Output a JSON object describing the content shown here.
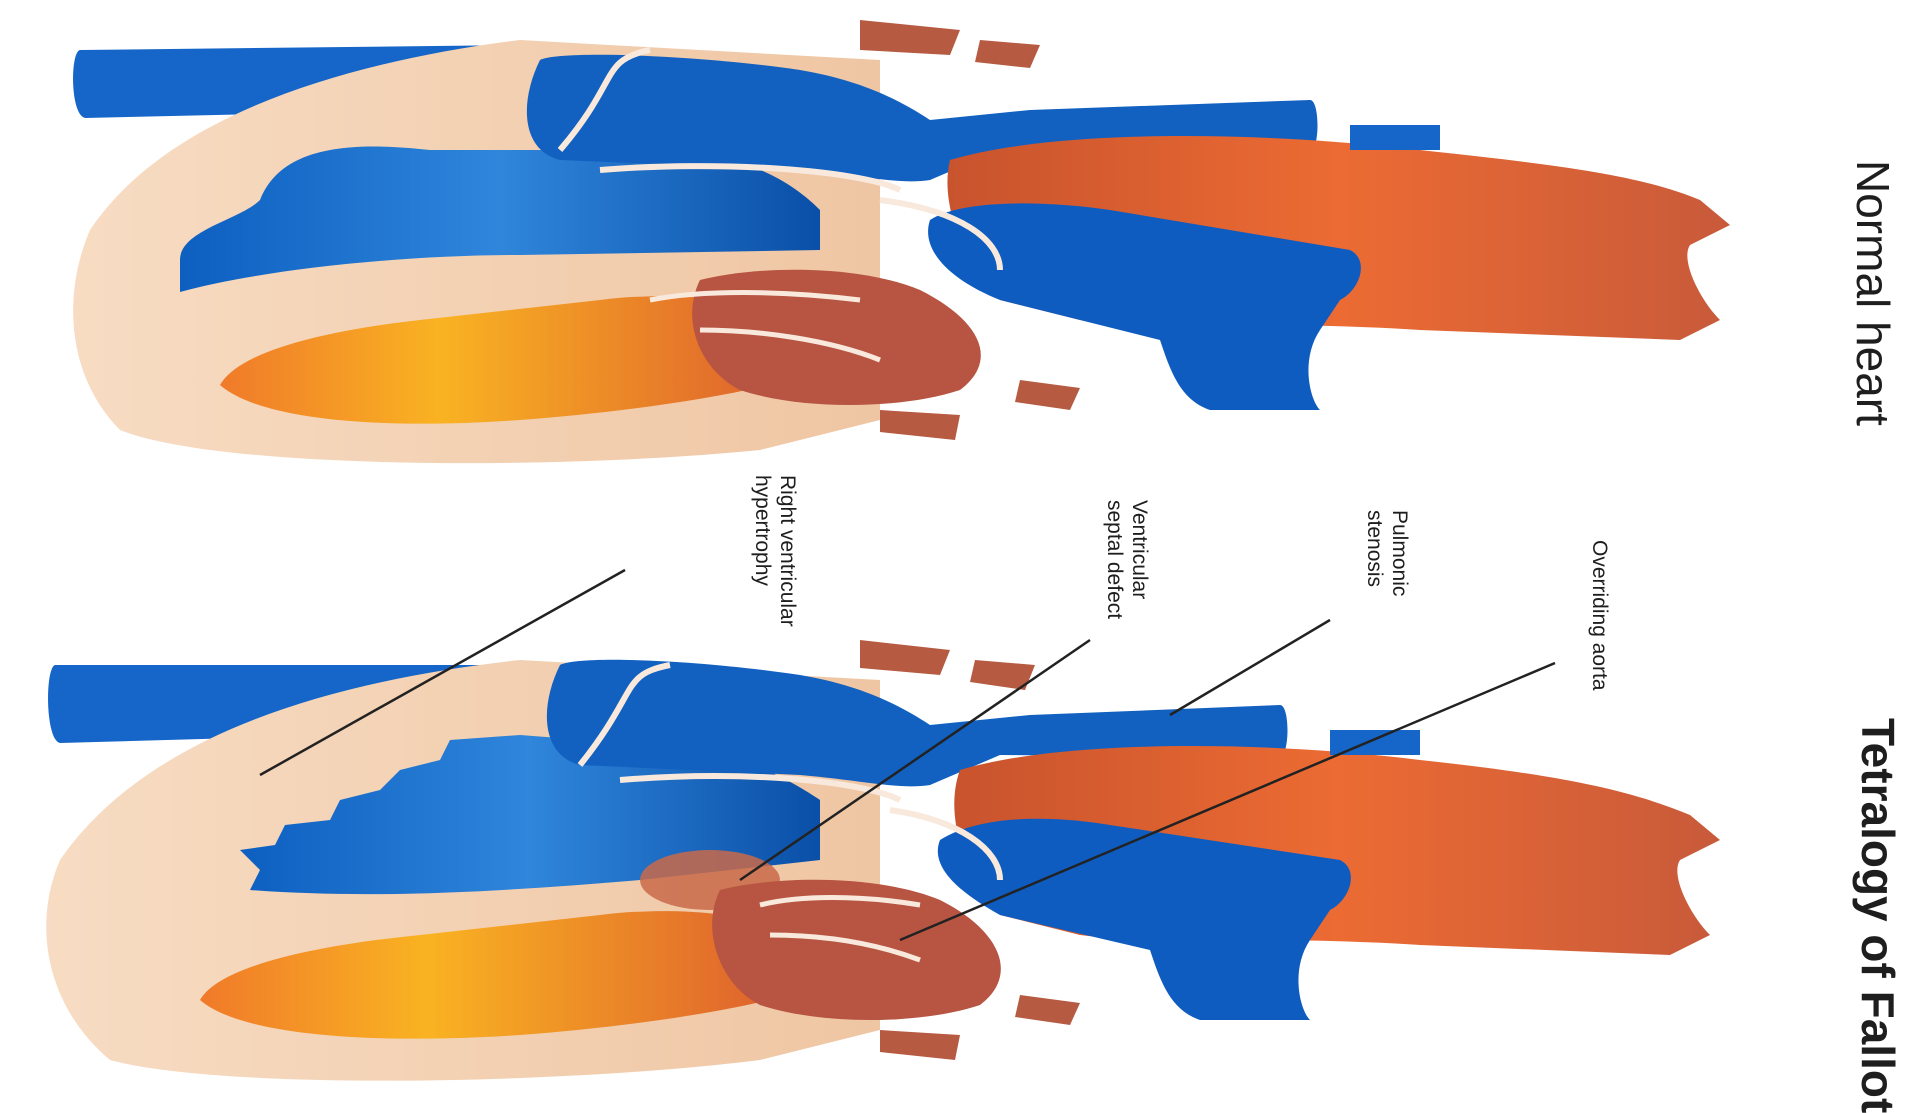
{
  "titles": {
    "normal": "Normal heart",
    "tof": "Tetralogy of Fallot"
  },
  "labels": {
    "overriding_aorta": "Overriding aorta",
    "pulmonic_stenosis": [
      "Pulmonic",
      "stenosis"
    ],
    "vsd": [
      "Ventricular",
      "septal defect"
    ],
    "rvh": [
      "Right ventricular",
      "hypertrophy"
    ]
  },
  "colors": {
    "deoxygenated": "#1467c6",
    "oxygenated": "#e8612e",
    "myocardium": "#f3cfae",
    "vessel_dark": "#b65a42",
    "background": "#ffffff"
  }
}
